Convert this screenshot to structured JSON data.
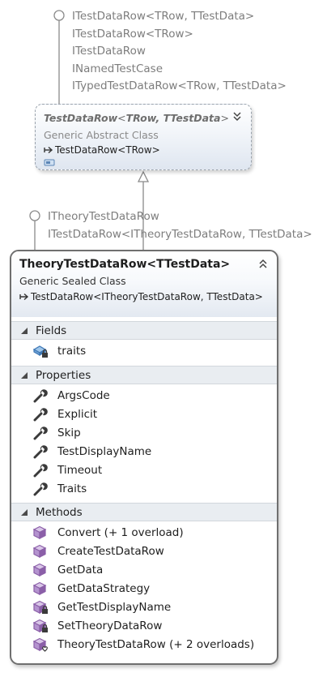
{
  "top_interfaces": [
    "ITestDataRow<TRow, TTestData>",
    "ITestDataRow<TRow>",
    "ITestDataRow",
    "INamedTestCase",
    "ITypedTestDataRow<TRow, TTestData>"
  ],
  "abstract_class": {
    "name": "TestDataRow",
    "type_params": "TRow, TTestData",
    "stereotype": "Generic Abstract Class",
    "base": "TestDataRow<TRow>"
  },
  "mid_interfaces": [
    "ITheoryTestDataRow",
    "ITestDataRow<ITheoryTestDataRow, TTestData>"
  ],
  "sealed_class": {
    "title": "TheoryTestDataRow<TTestData>",
    "stereotype": "Generic Sealed Class",
    "base": "TestDataRow<ITheoryTestDataRow, TTestData>",
    "sections": {
      "fields": {
        "label": "Fields",
        "items": [
          {
            "label": "traits",
            "icon": "private-field-icon"
          }
        ]
      },
      "properties": {
        "label": "Properties",
        "items": [
          {
            "label": "ArgsCode",
            "icon": "property-wrench-icon"
          },
          {
            "label": "Explicit",
            "icon": "property-wrench-icon"
          },
          {
            "label": "Skip",
            "icon": "property-wrench-icon"
          },
          {
            "label": "TestDisplayName",
            "icon": "property-wrench-icon"
          },
          {
            "label": "Timeout",
            "icon": "property-wrench-icon"
          },
          {
            "label": "Traits",
            "icon": "property-wrench-icon"
          }
        ]
      },
      "methods": {
        "label": "Methods",
        "items": [
          {
            "label": "Convert (+ 1 overload)",
            "icon": "method-cube-icon"
          },
          {
            "label": "CreateTestDataRow",
            "icon": "method-cube-icon"
          },
          {
            "label": "GetData",
            "icon": "method-cube-icon"
          },
          {
            "label": "GetDataStrategy",
            "icon": "method-cube-icon"
          },
          {
            "label": "GetTestDisplayName",
            "icon": "private-method-icon"
          },
          {
            "label": "SetTheoryDataRow",
            "icon": "private-method-icon"
          },
          {
            "label": "TheoryTestDataRow (+ 2 overloads)",
            "icon": "constructor-icon"
          }
        ]
      }
    }
  },
  "colors": {
    "interface_text": "#7d7d7d",
    "box_border": "#6f6f6f",
    "section_bg": "#e9edf1",
    "icon_purple": "#8b5fa8"
  }
}
